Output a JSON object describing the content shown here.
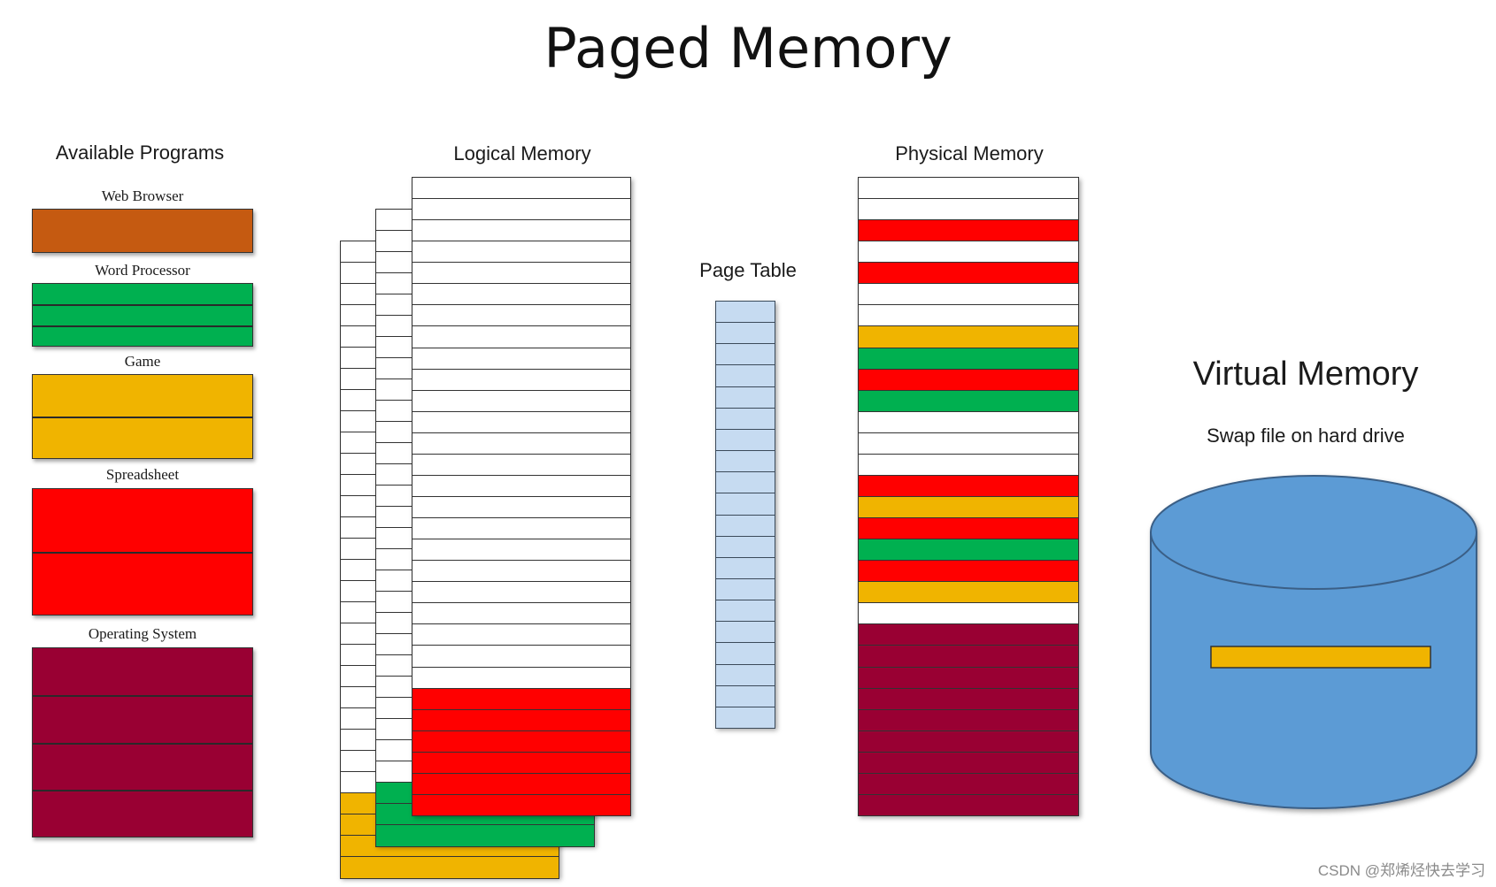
{
  "title": "Paged Memory",
  "headings": {
    "available_programs": "Available Programs",
    "logical_memory": "Logical Memory",
    "page_table": "Page Table",
    "physical_memory": "Physical Memory"
  },
  "colors": {
    "web_browser": "#c55a11",
    "word_processor": "#00b050",
    "game": "#f0b400",
    "spreadsheet": "#ff0000",
    "operating_system": "#990033",
    "empty": "#ffffff",
    "page_table": "#c6dbf1",
    "drive": "#5b9bd5"
  },
  "programs": [
    {
      "label": "Web Browser",
      "color_key": "web_browser",
      "pages": 1
    },
    {
      "label": "Word Processor",
      "color_key": "word_processor",
      "pages": 3
    },
    {
      "label": "Game",
      "color_key": "game",
      "pages": 2
    },
    {
      "label": "Spreadsheet",
      "color_key": "spreadsheet",
      "pages": 2
    },
    {
      "label": "Operating System",
      "color_key": "operating_system",
      "pages": 4
    }
  ],
  "logical_memory": {
    "front_empty_pages": 24,
    "front_filled_pages": 6,
    "front_fill_key": "spreadsheet",
    "middle_empty_pages": 27,
    "middle_filled_pages": 3,
    "middle_fill_key": "word_processor",
    "back_empty_pages": 26,
    "back_filled_pages": 4,
    "back_fill_key": "game"
  },
  "page_table": {
    "entries": 20
  },
  "physical_memory": {
    "pages": [
      "empty",
      "empty",
      "spreadsheet",
      "empty",
      "spreadsheet",
      "empty",
      "empty",
      "game",
      "word_processor",
      "spreadsheet",
      "word_processor",
      "empty",
      "empty",
      "empty",
      "spreadsheet",
      "game",
      "spreadsheet",
      "word_processor",
      "spreadsheet",
      "game",
      "empty",
      "operating_system",
      "operating_system",
      "operating_system",
      "operating_system",
      "operating_system",
      "operating_system",
      "operating_system",
      "operating_system",
      "operating_system"
    ]
  },
  "virtual_memory": {
    "title": "Virtual Memory",
    "subtitle": "Swap file on hard drive",
    "swapped_page_key": "game"
  },
  "watermark": "CSDN @郑烯烃快去学习"
}
